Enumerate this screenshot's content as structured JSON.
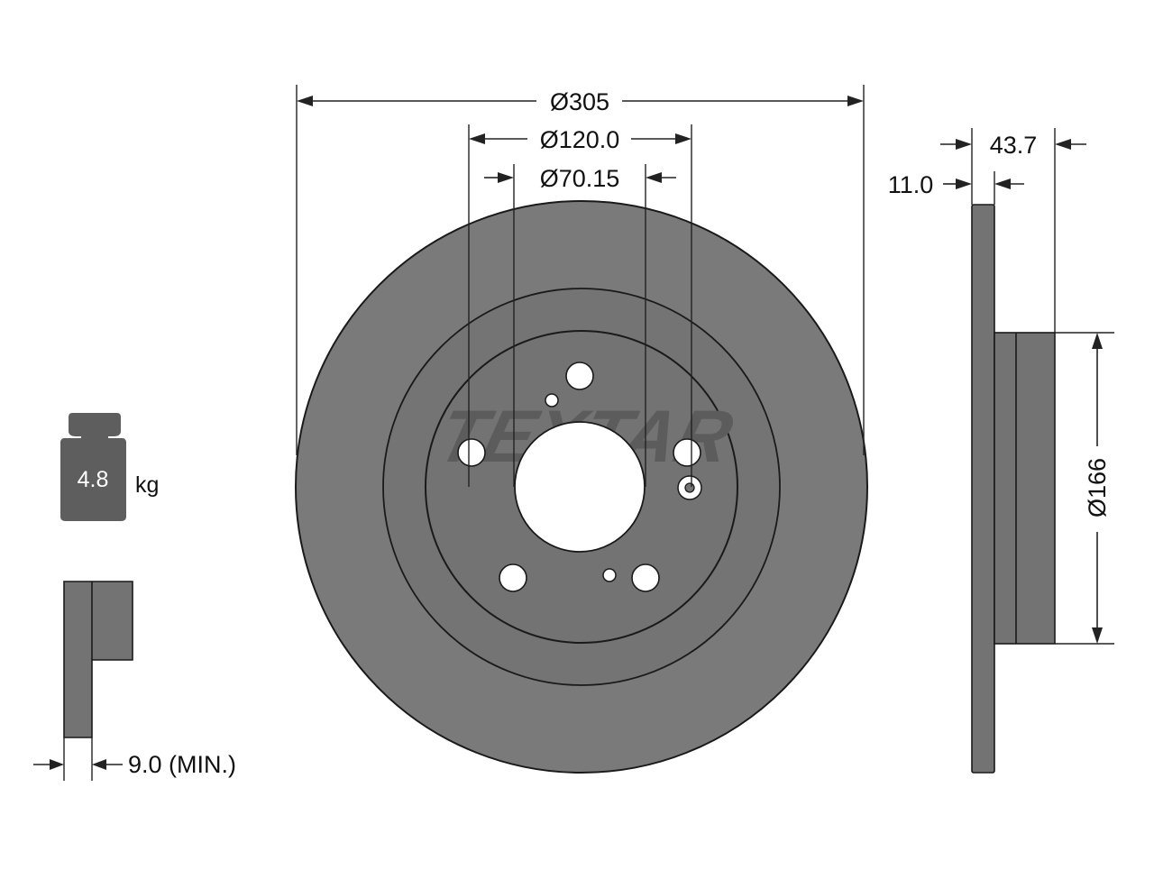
{
  "brand": {
    "logo_text": "TEXTAR"
  },
  "colors": {
    "disc_outer": "#7a7a7a",
    "disc_ring": "#747474",
    "disc_hub": "#737373",
    "outline": "#1a1a1a",
    "holes": "#ffffff",
    "weight_icon": "#5e5e5e",
    "side_view": "#737373",
    "logo": "#5c5c5c"
  },
  "dimensions": {
    "outer_diameter": "Ø305",
    "bolt_circle_diameter": "Ø120.0",
    "center_bore_diameter": "Ø70.15",
    "overall_height": "43.7",
    "disc_thickness": "11.0",
    "hub_diameter": "Ø166",
    "min_thickness": "9.0 (MIN.)"
  },
  "weight": {
    "value": "4.8",
    "unit": "kg"
  }
}
